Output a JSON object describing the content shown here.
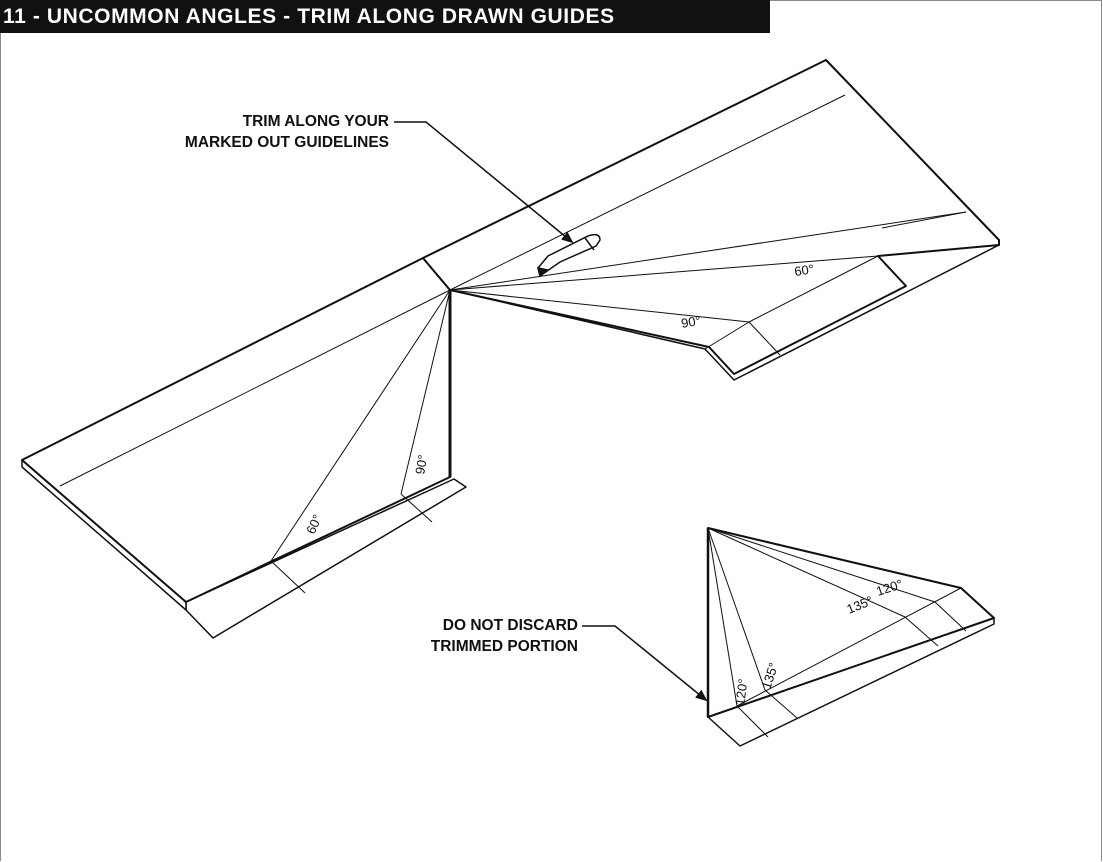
{
  "title": "11 - UNCOMMON ANGLES - TRIM ALONG DRAWN GUIDES",
  "callouts": {
    "trim": {
      "line1": "TRIM ALONG YOUR",
      "line2": "MARKED OUT GUIDELINES"
    },
    "keep": {
      "line1": "DO NOT DISCARD",
      "line2": "TRIMMED PORTION"
    }
  },
  "angles": {
    "top_right_60": "60°",
    "top_right_90": "90°",
    "left_60": "60°",
    "left_90": "90°",
    "piece_120_right": "120°",
    "piece_135_right": "135°",
    "piece_120_left": "120°",
    "piece_135_left": "135°"
  },
  "icons": {
    "knife": "utility-knife-icon"
  }
}
